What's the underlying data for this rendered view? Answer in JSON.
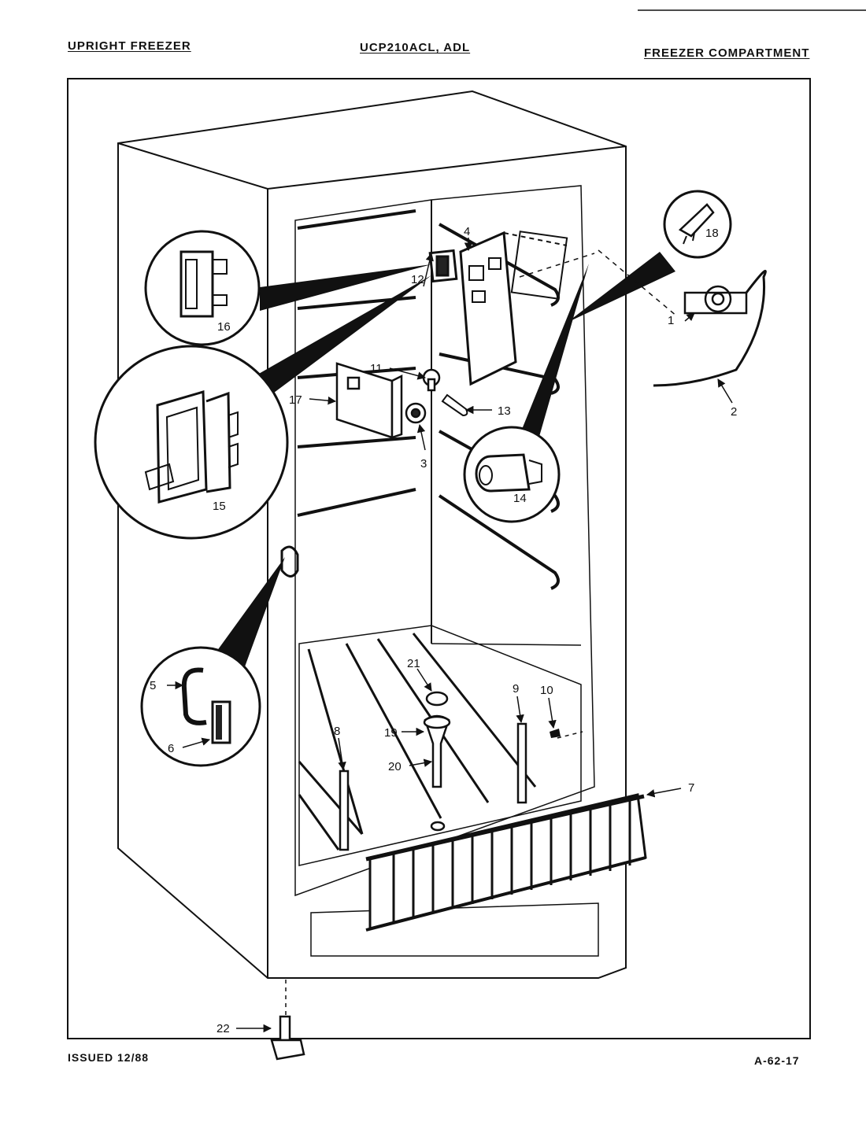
{
  "header": {
    "left": "UPRIGHT FREEZER",
    "center": "UCP210ACL, ADL",
    "right": "FREEZER COMPARTMENT"
  },
  "footer": {
    "issued": "ISSUED 12/88",
    "page_code": "A-62-17"
  },
  "callouts": [
    {
      "id": "1",
      "label": "1"
    },
    {
      "id": "2",
      "label": "2"
    },
    {
      "id": "3",
      "label": "3"
    },
    {
      "id": "4",
      "label": "4"
    },
    {
      "id": "5",
      "label": "5"
    },
    {
      "id": "6",
      "label": "6"
    },
    {
      "id": "7",
      "label": "7"
    },
    {
      "id": "8",
      "label": "8"
    },
    {
      "id": "9",
      "label": "9"
    },
    {
      "id": "10",
      "label": "10"
    },
    {
      "id": "11",
      "label": "11"
    },
    {
      "id": "12",
      "label": "12"
    },
    {
      "id": "13",
      "label": "13"
    },
    {
      "id": "14",
      "label": "14"
    },
    {
      "id": "15",
      "label": "15"
    },
    {
      "id": "16",
      "label": "16"
    },
    {
      "id": "17",
      "label": "17"
    },
    {
      "id": "18",
      "label": "18"
    },
    {
      "id": "19",
      "label": "19"
    },
    {
      "id": "20",
      "label": "20"
    },
    {
      "id": "21",
      "label": "21"
    },
    {
      "id": "22",
      "label": "22"
    }
  ]
}
